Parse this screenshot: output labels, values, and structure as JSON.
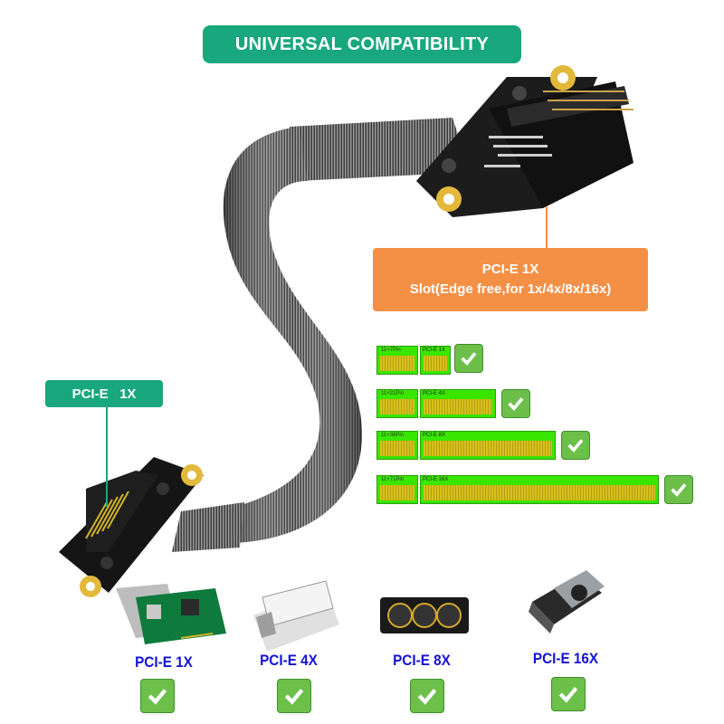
{
  "title": "UNIVERSAL COMPATIBILITY",
  "top_slot": {
    "line1": "PCI-E 1X",
    "line2": "Slot(Edge free,for 1x/4x/8x/16x)"
  },
  "left_connector": {
    "label": "PCI-E   1X"
  },
  "compat_rows": [
    {
      "pin_label": "11+7Pin",
      "card_label": "PCI-E 1X"
    },
    {
      "pin_label": "11+21Pin",
      "card_label": "PCI-E 4X"
    },
    {
      "pin_label": "11+38Pin",
      "card_label": "PCI-E 8X"
    },
    {
      "pin_label": "11+71Pin",
      "card_label": "PCI-E 16X"
    }
  ],
  "cards": [
    {
      "label": "PCI-E 1X"
    },
    {
      "label": "PCI-E 4X"
    },
    {
      "label": "PCI-E 8X"
    },
    {
      "label": "PCI-E 16X"
    }
  ],
  "colors": {
    "banner": "#19a77d",
    "slot_label": "#f49046",
    "check": "#6cc04a",
    "card_text": "#1412d6"
  }
}
